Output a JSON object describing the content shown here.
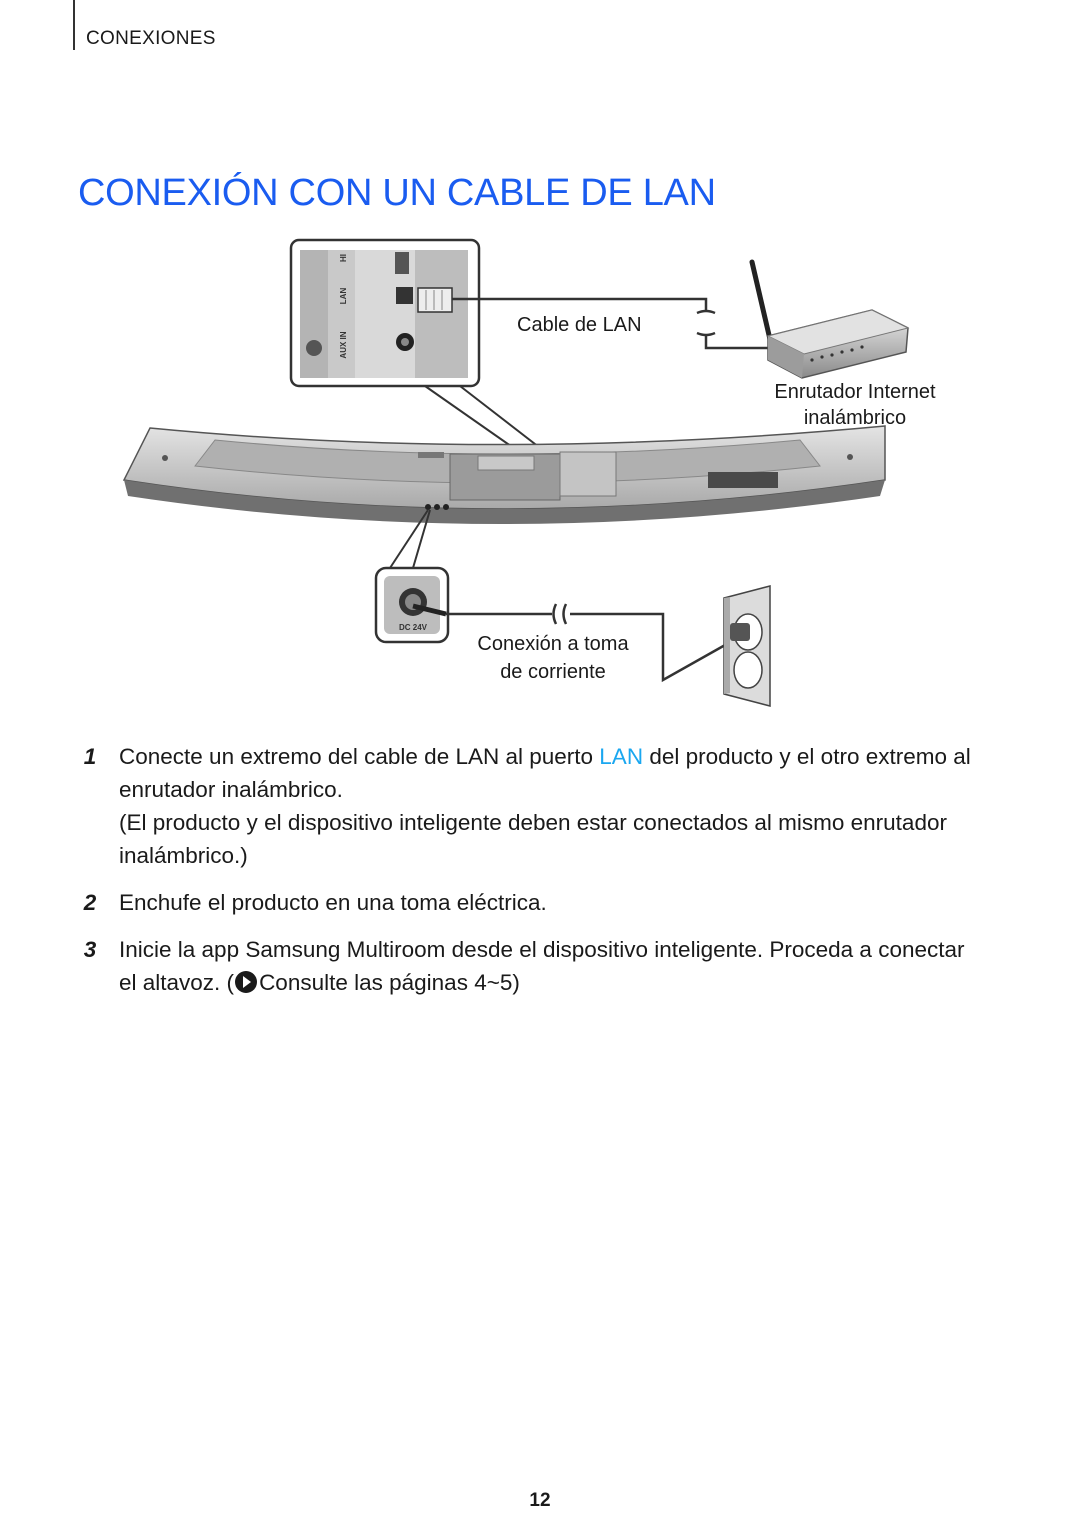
{
  "header": {
    "section": "CONEXIONES"
  },
  "title": "CONEXIÓN CON UN CABLE DE LAN",
  "figure": {
    "label_cable": "Cable de LAN",
    "label_router_line1": "Enrutador Internet",
    "label_router_line2": "inalámbrico",
    "label_power_line1": "Conexión a toma",
    "label_power_line2": "de corriente",
    "port_hdmi": "HI",
    "port_lan": "LAN",
    "port_aux": "AUX IN",
    "port_dc": "DC 24V"
  },
  "steps": [
    {
      "number": "1",
      "text_before": "Conecte un extremo del cable de LAN al puerto ",
      "highlight": "LAN",
      "text_after": " del producto y el otro extremo al enrutador inalámbrico.",
      "note": "(El producto y el dispositivo inteligente deben estar conectados al mismo enrutador inalámbrico.)"
    },
    {
      "number": "2",
      "text": "Enchufe el producto en una toma eléctrica."
    },
    {
      "number": "3",
      "text_before": "Inicie la app ",
      "app_name": "Samsung Multiroom",
      "text_middle": " desde el dispositivo inteligente. Proceda a conectar el altavoz. (",
      "reference": "Consulte las páginas 4~5)"
    }
  ],
  "page_number": "12",
  "colors": {
    "title": "#1a5cf0",
    "highlight": "#1aa7f0"
  }
}
